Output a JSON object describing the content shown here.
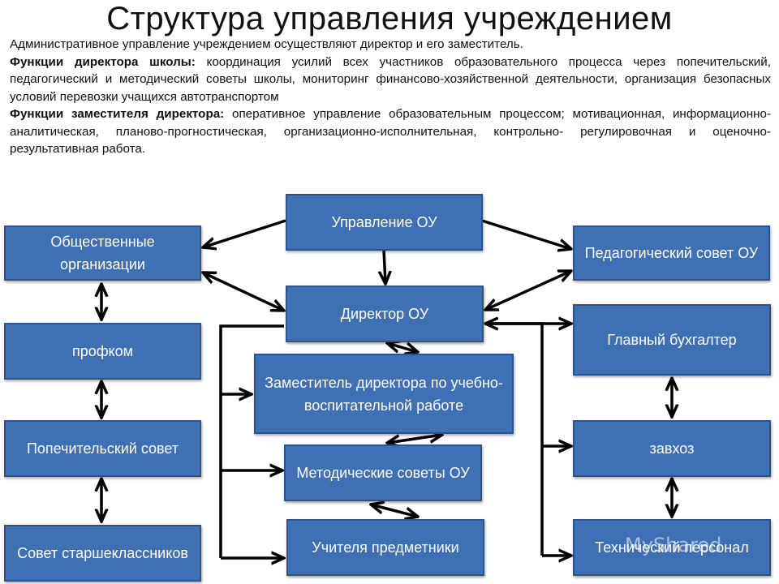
{
  "title": "Структура управления учреждением",
  "intro": "Административное управление учреждением осуществляют директор и его заместитель.",
  "director_functions": {
    "label": "Функции директора школы:",
    "text": " координация усилий всех участников образовательного процесса через попечительский, педагогический и методический советы школы, мониторинг финансово-хозяйственной деятельности, организация безопасных условий перевозки учащихся автотранспортом"
  },
  "deputy_functions": {
    "label": "Функции заместителя директора:",
    "text": " оперативное управление образовательным процессом; мотивационная, информационно-аналитическая, планово-прогностическая, организационно-исполнительная, контрольно- регулировочная и оценочно- результативная работа."
  },
  "boxes": {
    "upravlenie": "Управление ОУ",
    "obshchestvennye": "Общественные организации",
    "pedsovet": "Педагогический совет ОУ",
    "direktor": "Директор ОУ",
    "profkom": "профком",
    "buhgalter": "Главный бухгалтер",
    "zamestitel": "Заместитель директора по учебно-воспитательной работе",
    "popechitelsky": "Попечительский совет",
    "zavhoz": "завхоз",
    "metodicheskie": "Методические советы ОУ",
    "sovet_starsheklassnikov": "Совет старшеклассников",
    "uchitelya": "Учителя предметники",
    "tehnicheskiy": "Технический персонал"
  },
  "watermark": "MyShared",
  "colors": {
    "box_fill": "#3f6fb5",
    "box_border": "#2d5189",
    "box_text": "#ffffff",
    "arrow": "#000000"
  }
}
